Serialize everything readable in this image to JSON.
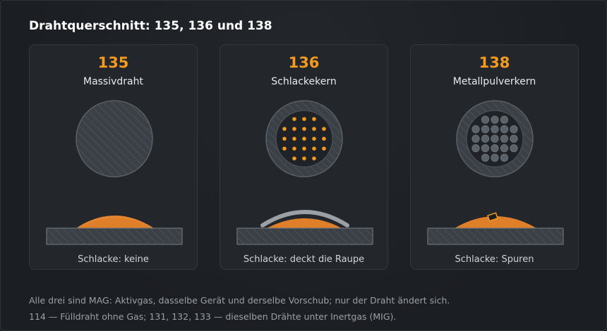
{
  "title": "Drahtquerschnitt: 135, 136 und 138",
  "cards": [
    {
      "number": "135",
      "name": "Massivdraht",
      "slag": "Schlacke: keine"
    },
    {
      "number": "136",
      "name": "Schlackekern",
      "slag": "Schlacke: deckt die Raupe"
    },
    {
      "number": "138",
      "name": "Metallpulverkern",
      "slag": "Schlacke: Spuren"
    }
  ],
  "footer": {
    "line1": "Alle drei sind MAG: Aktivgas, dasselbe Gerät und derselbe Vorschub; nur der Draht ändert sich.",
    "line2": "114 — Fülldraht ohne Gas; 131, 132, 133 — dieselben Drähte unter Inertgas (MIG)."
  },
  "colors": {
    "accent": "#f39a1f",
    "weld": "#e07f2a",
    "wire_metal": "#3c4147",
    "slag_layer": "#9aa0a6"
  }
}
